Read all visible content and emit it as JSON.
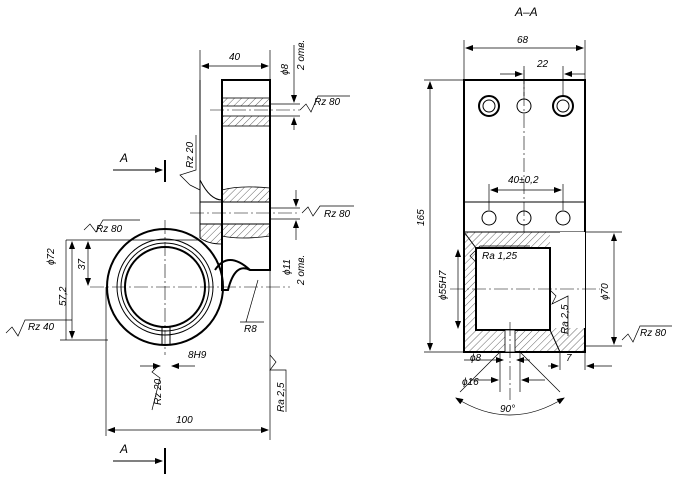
{
  "section_title": "A–A",
  "section_marks": [
    "A",
    "A"
  ],
  "left_view": {
    "dim_40": "40",
    "dim_phi8": "ϕ8",
    "dim_2_holes_top": "2 отв.",
    "rz80_top": "Rz 80",
    "rz20_top": "Rz 20",
    "rz80_mid": "Rz 80",
    "rz80_left": "Rz 80",
    "dim_phi11": "ϕ11",
    "dim_2_holes_mid": "2 отв.",
    "dim_phi72": "ϕ72",
    "dim_37": "37",
    "dim_57_2": "57,2",
    "rz40": "Rz 40",
    "r8": "R8",
    "dim_8h9": "8H9",
    "rz20_bottom": "Rz 20",
    "ra25": "Ra 2,5",
    "dim_100": "100"
  },
  "right_view": {
    "dim_68": "68",
    "dim_22": "22",
    "dim_40_tol": "40±0,2",
    "dim_165": "165",
    "ra125": "Ra 1,25",
    "dim_phi55h7": "ϕ55H7",
    "ra25": "Ra 2,5",
    "dim_phi70": "ϕ70",
    "rz80": "Rz 80",
    "dim_phi8": "ϕ8",
    "dim_7": "7",
    "dim_phi16": "ϕ16",
    "dim_90deg": "90°"
  }
}
